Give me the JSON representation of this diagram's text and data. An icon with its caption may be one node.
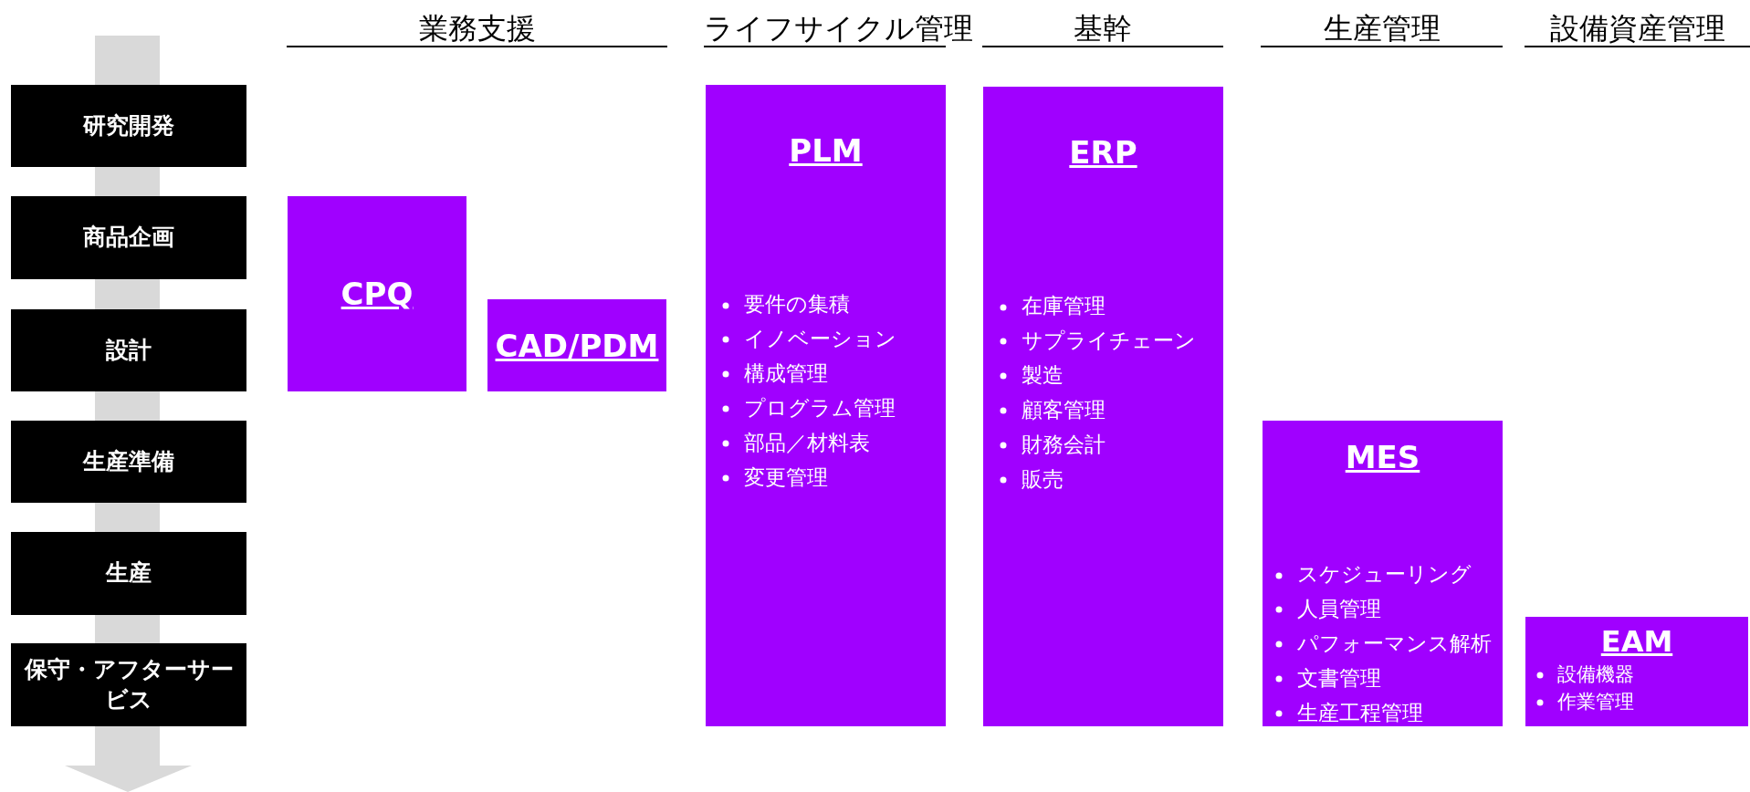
{
  "diagram": {
    "nodes": [
      {
        "text": [
          "研究開発"
        ]
      },
      {
        "text": [
          "商品企画"
        ]
      },
      {
        "text": [
          "設計"
        ]
      },
      {
        "text": [
          "生産準備"
        ]
      },
      {
        "text": [
          "生産"
        ]
      },
      {
        "text": [
          "保守・アフターサービス"
        ]
      },
      {
        "text": [
          "CPQ"
        ]
      },
      {
        "text": [
          "CAD/PDM"
        ]
      },
      {
        "text": [
          "PLM",
          "要件の集積",
          "イノベーション",
          "構成管理",
          "プログラム管理",
          "部品／材料表",
          "変更管理"
        ]
      },
      {
        "text": [
          "ERP",
          "在庫管理",
          "サプライチェーン",
          "製造",
          "顧客管理",
          "財務会計",
          "販売"
        ]
      },
      {
        "text": [
          "MES",
          "スケジューリング",
          "人員管理",
          "パフォーマンス解析",
          "文書管理",
          "生産工程管理"
        ]
      },
      {
        "text": [
          "EAM",
          "設備機器",
          "作業管理"
        ]
      }
    ],
    "edges": [],
    "labels": [
      "業務支援",
      "ライフサイクル管理",
      "基幹",
      "生産管理",
      "設備資産管理"
    ]
  }
}
